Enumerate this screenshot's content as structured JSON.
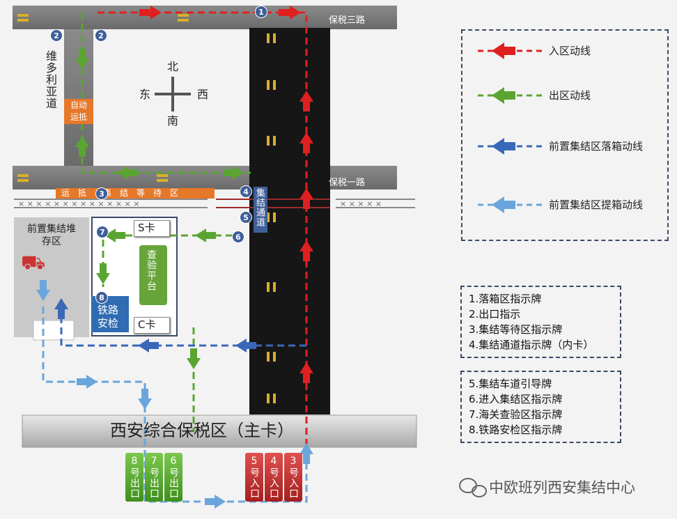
{
  "roads": {
    "top_road": "保税三路",
    "mid_road": "保税一路",
    "left_road": "维多利亚道"
  },
  "compass": {
    "north": "北",
    "south": "南",
    "east": "东",
    "west": "西"
  },
  "areas": {
    "auto_charge": "自动运抵",
    "waiting_area": "运　抵　　集　结　等　待　区",
    "staging_storage": "前置集结堆存区",
    "assembly_channel": "集结通道",
    "inspection_platform": "查验平台",
    "s_card": "S卡",
    "c_card": "C卡",
    "rail_check": "铁路安检",
    "main_gate": "西安综合保税区（主卡）"
  },
  "markers": [
    "1",
    "2",
    "2",
    "3",
    "4",
    "5",
    "6",
    "7",
    "8"
  ],
  "gates_exit": [
    "8号出口",
    "7号出口",
    "6号出口"
  ],
  "gates_entry": [
    "5号入口",
    "4号入口",
    "3号入口"
  ],
  "legend": [
    {
      "label": "入区动线",
      "color": "#e02020"
    },
    {
      "label": "出区动线",
      "color": "#5aa532"
    },
    {
      "label": "前置集结区落箱动线",
      "color": "#3a68b8"
    },
    {
      "label": "前置集结区提箱动线",
      "color": "#6aa6dc"
    }
  ],
  "signs_1": [
    "1.落箱区指示牌",
    "2.出口指示",
    "3.集结等待区指示牌",
    "4.集结通道指示牌（内卡）"
  ],
  "signs_2": [
    "5.集结车道引导牌",
    "6.进入集结区指示牌",
    "7.海关查验区指示牌",
    "8.铁路安检区指示牌"
  ],
  "watermark": "中欧班列西安集结中心"
}
